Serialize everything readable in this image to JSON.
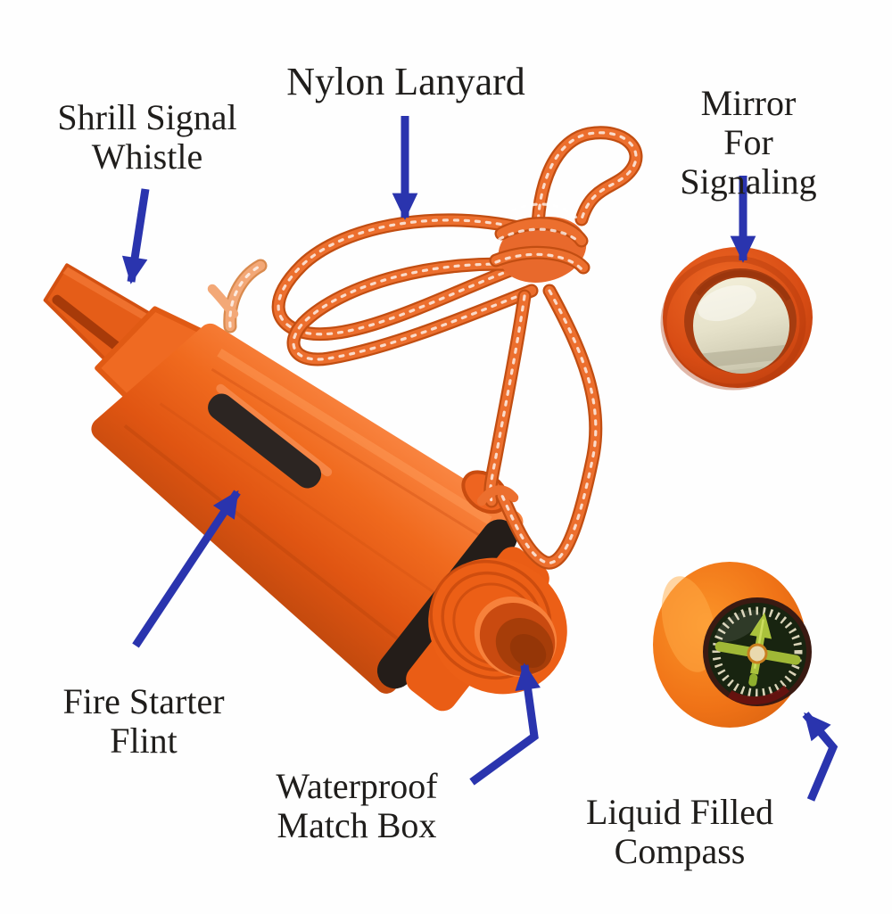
{
  "labels": {
    "shrill_signal_whistle": "Shrill Signal\nWhistle",
    "nylon_lanyard": "Nylon Lanyard",
    "mirror_for_signaling": "Mirror For\nSignaling",
    "fire_starter_flint": "Fire Starter\nFlint",
    "waterproof_match_box": "Waterproof\nMatch Box",
    "liquid_filled_compass": "Liquid Filled\nCompass"
  },
  "colors": {
    "arrow": "#2a34ae",
    "text": "#1f1d1b",
    "background": "#fefefe",
    "body_orange": "#ee6118",
    "rope_orange": "#ec6f2e",
    "rope_dark": "#c24e12",
    "oring_black": "#241d19",
    "mirror_glass": "#efecd4",
    "compass_face": "#182410",
    "compass_needle": "#a4bc34"
  }
}
